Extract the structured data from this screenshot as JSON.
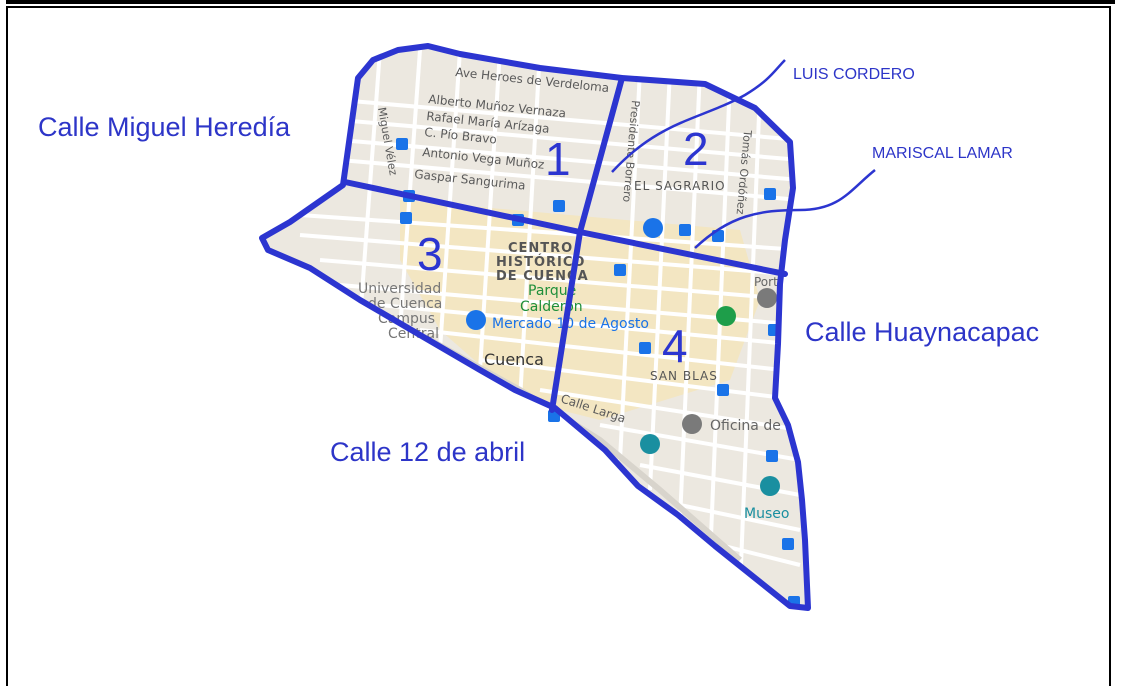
{
  "colors": {
    "boundary": "#2c35d0",
    "map_fill": "#ece8e0",
    "center_fill": "#f3e6c2",
    "street": "#ffffff",
    "street_text": "#5a5a5a",
    "park_text": "#1f8f3a",
    "poi_blue": "#1a73e8",
    "poi_gray": "#7a7a7a",
    "poi_green": "#1e9e4a"
  },
  "annotations": {
    "miguel_heredia": "Calle Miguel Heredía",
    "luis_cordero": "LUIS CORDERO",
    "mariscal_lamar": "MARISCAL LAMAR",
    "huaynacapac": "Calle Huaynacapac",
    "doce_abril": "Calle 12 de abril"
  },
  "zones": {
    "z1": "1",
    "z2": "2",
    "z3": "3",
    "z4": "4"
  },
  "streets": {
    "heroes": "Ave Heroes de Verdeloma",
    "alberto": "Alberto Muñoz Vernaza",
    "rafael": "Rafael María Arízaga",
    "pio": "C. Pío Bravo",
    "antonio": "Antonio Vega Muñoz",
    "gaspar": "Gaspar Sangurima",
    "miguel_velez": "Miguel Vélez",
    "presidente": "Presidente Borrero",
    "tomas": "Tomás Ordóñez",
    "larga": "Calle Larga"
  },
  "places": {
    "centro1": "CENTRO",
    "centro2": "HISTÓRICO",
    "centro3": "DE CUENCA",
    "parque1": "Parque",
    "parque2": "Calderón",
    "universidad1": "Universidad",
    "universidad2": "de Cuenca",
    "universidad3": "Campus",
    "universidad4": "Central",
    "mercado": "Mercado 10 de Agosto",
    "cuenca": "Cuenca",
    "sagrario": "EL SAGRARIO",
    "sanblas": "SAN BLAS",
    "oficina": "Oficina de",
    "museo": "Museo",
    "port": "Port"
  }
}
